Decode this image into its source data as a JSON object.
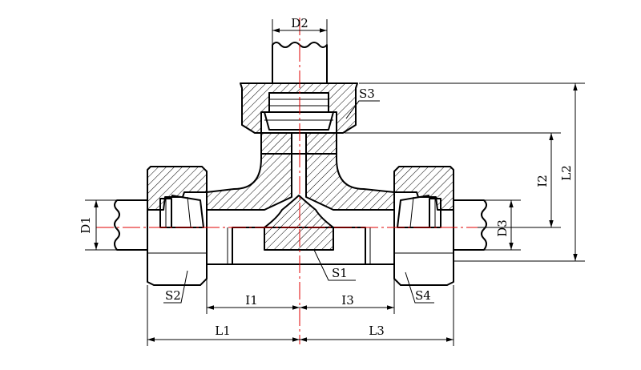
{
  "labels": {
    "D1": "D1",
    "D2": "D2",
    "D3": "D3",
    "S1": "S1",
    "S2": "S2",
    "S3": "S3",
    "S4": "S4",
    "L1": "L1",
    "L2": "L2",
    "L3": "L3",
    "I1": "I1",
    "I2": "I2",
    "I3": "I3"
  },
  "colors": {
    "outline": "#000000",
    "centerline": "#e00000",
    "background": "#ffffff"
  }
}
